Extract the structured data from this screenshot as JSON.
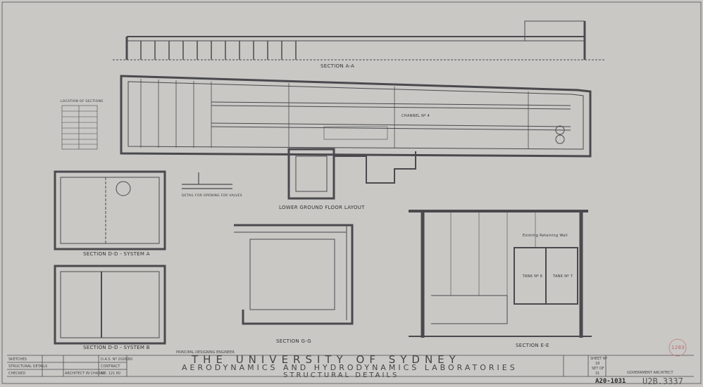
{
  "drawing": {
    "labels": {
      "section_aa": "SECTION A-A",
      "lower_ground": "LOWER GROUND FLOOR LAYOUT",
      "location_table": "LOCATION OF SECTIONS",
      "valve_detail": "DETAIL FOR OPENING FOR VALVES",
      "section_dd_a": "SECTION D-D - SYSTEM A",
      "section_dd_b": "SECTION D-D - SYSTEM B",
      "section_gg": "SECTION G-G",
      "section_ee": "SECTION E-E",
      "retaining_wall": "Existing Retaining Wall",
      "tank6": "TANK Nº 6",
      "tank7": "TANK Nº 7",
      "channel": "Channel Nº 4"
    },
    "stamp": "1283"
  },
  "title_block": {
    "title": "THE UNIVERSITY OF SYDNEY",
    "subtitle": "AERODYNAMICS AND HYDRODYNAMICS LABORATORIES",
    "subject": "STRUCTURAL DETAILS",
    "principal_engineer": "PRINCIPAL DESIGNING ENGINEER",
    "rows": [
      "SKETCHES",
      "STRUCTURAL DETAILS",
      "CHECKED"
    ],
    "architect_in_charge": "ARCHITECT IN CHARGE",
    "das_no": "D.A.S. Nº 2026/60",
    "contract": "CONTRACT",
    "contract_no": "NO. 121 60",
    "sheet_label": "SHEET Nº",
    "sheet_no": "18",
    "set_of": "SET OF",
    "set_total": "31",
    "gov_architect": "GOVERNMENT ARCHITECT",
    "ref1": "A20-1031",
    "ref2": "U2B.3337"
  }
}
